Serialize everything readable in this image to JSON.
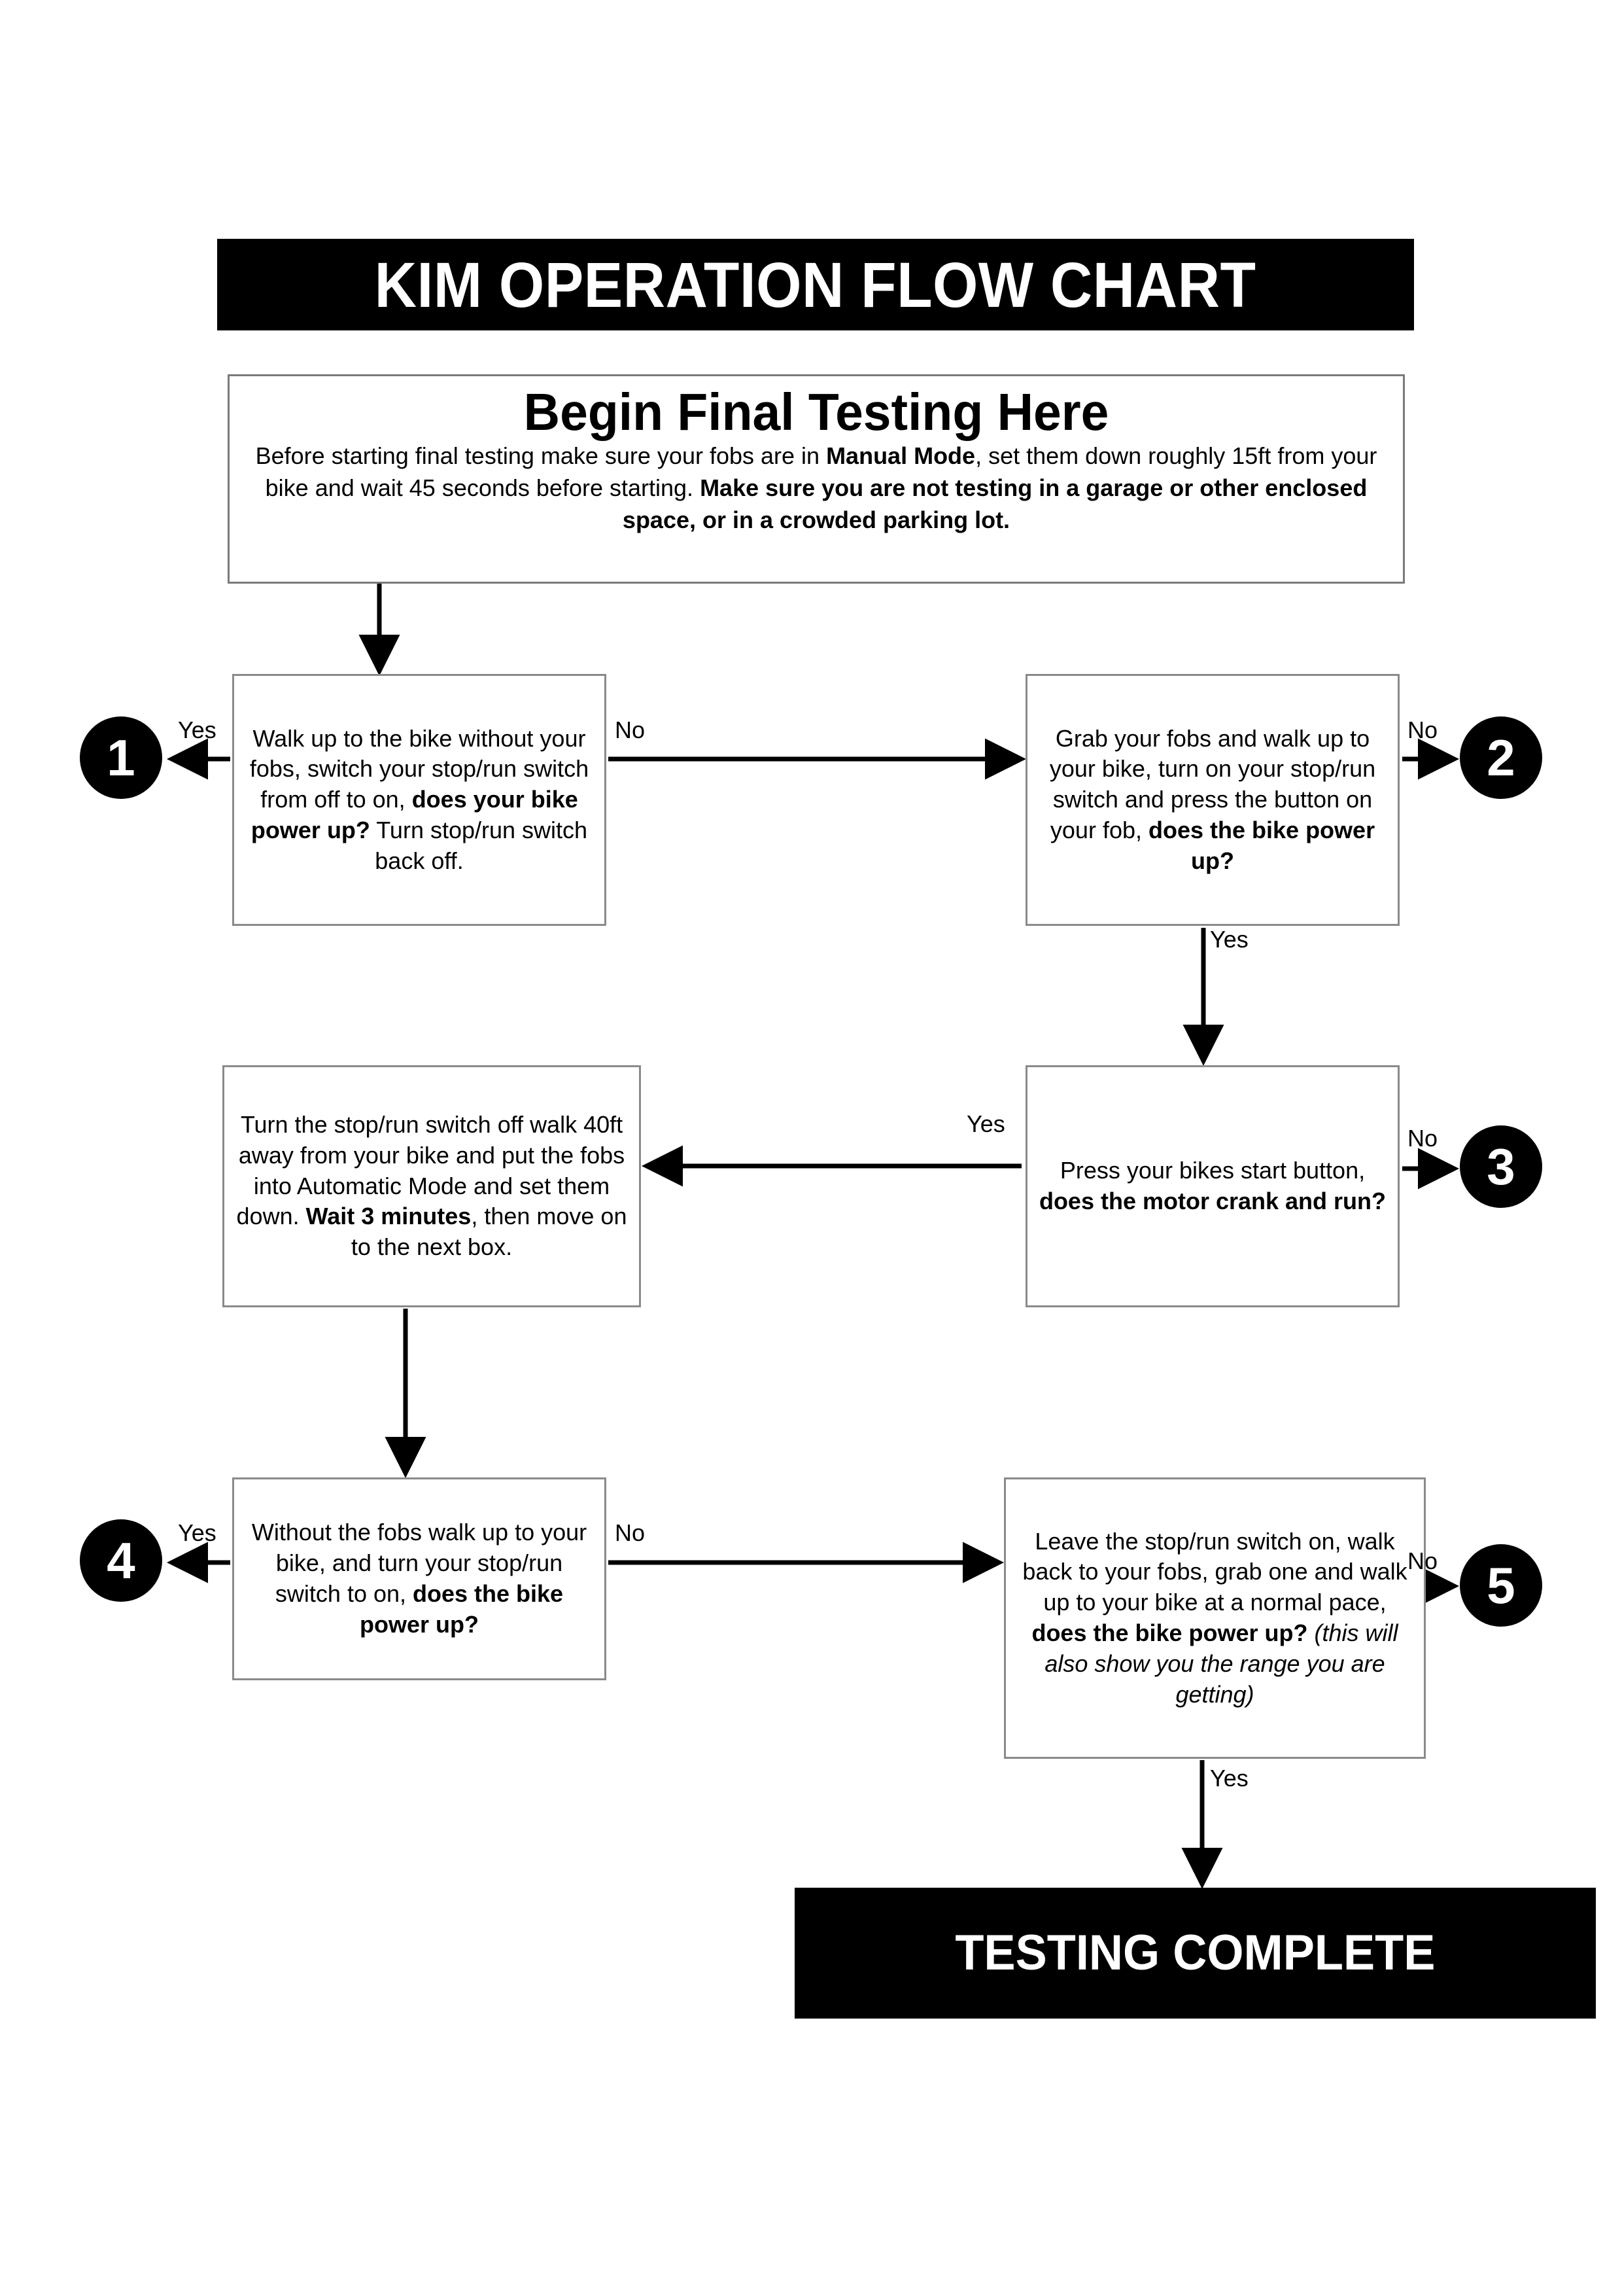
{
  "document": {
    "title_banner": "KIM OPERATION FLOW CHART",
    "final_banner": "TESTING COMPLETE"
  },
  "intro": {
    "heading": "Begin Final Testing Here",
    "body_part_1": "Before starting final testing make sure your fobs are in ",
    "body_bold_1": "Manual Mode",
    "body_part_2": ", set them down roughly 15ft from your bike and wait 45 seconds before starting. ",
    "body_bold_2": "Make sure you are not testing in a garage or other enclosed space, or in a crowded parking lot."
  },
  "nodes": {
    "box_1": {
      "text_1": "Walk up to the bike without your fobs, switch your stop/run switch from off to on, ",
      "bold_1": "does your bike power up?",
      "text_2": " Turn stop/run switch back off."
    },
    "box_2": {
      "text_1": "Grab your fobs and walk up to your bike, turn on your stop/run switch and press the button on your fob, ",
      "bold_1": "does the bike power up?"
    },
    "box_wait": {
      "text_1": "Turn the stop/run switch off walk 40ft away from your bike and put the fobs into Automatic Mode and set them down. ",
      "bold_1": "Wait 3 minutes",
      "text_2": ", then move on to the next box."
    },
    "box_3": {
      "text_1": "Press your bikes start button, ",
      "bold_1": "does the motor crank and run?"
    },
    "box_4": {
      "text_1": "Without the fobs walk up to your bike, and turn your stop/run switch to on, ",
      "bold_1": "does the bike power up?"
    },
    "box_5": {
      "text_1": "Leave the stop/run switch on, walk back to your fobs, grab one and walk up to your bike at a normal pace, ",
      "bold_1": "does the bike power up?",
      "italic_1": " (this will also show you the range you are getting)"
    }
  },
  "circles": {
    "c1": "1",
    "c2": "2",
    "c3": "3",
    "c4": "4",
    "c5": "5"
  },
  "edges": {
    "yes_1": "Yes",
    "no_1": "No",
    "no_2": "No",
    "yes_2": "Yes",
    "yes_3": "Yes",
    "no_3": "No",
    "yes_4": "Yes",
    "no_4": "No",
    "no_5": "No",
    "yes_5": "Yes"
  },
  "colors": {
    "banner_fill": "#000000",
    "banner_text": "#ffffff",
    "box_border": "#8a8a8a",
    "page_background": "#ffffff",
    "ink": "#000000"
  }
}
